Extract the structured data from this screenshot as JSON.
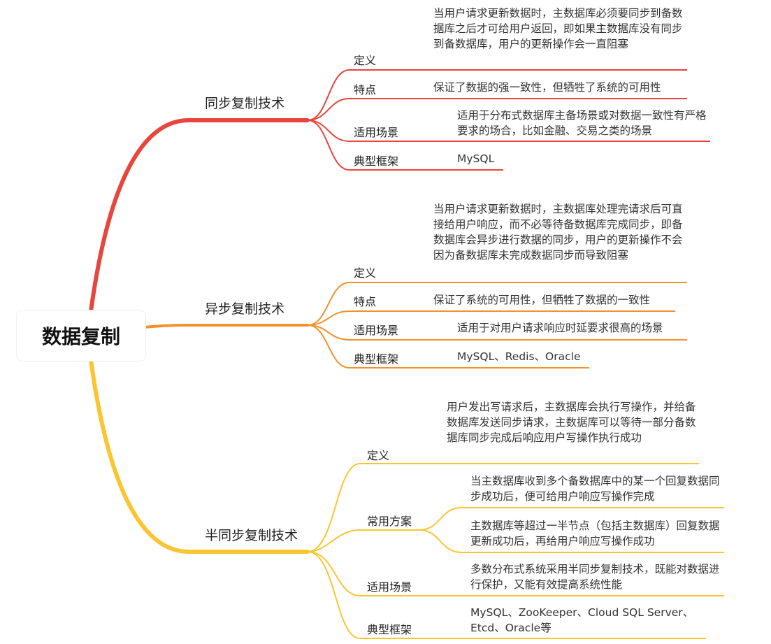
{
  "root": "数据复制",
  "colors": {
    "sync": "#e8453c",
    "async": "#f5912c",
    "semi": "#fbc531"
  },
  "sync": {
    "title": "同步复制技术",
    "def_label": "定义",
    "def_text": "当用户请求更新数据时，主数据库必须要同步到备数据库之后才可给用户返回，即如果主数据库没有同步到备数据库，用户的更新操作会一直阻塞",
    "feat_label": "特点",
    "feat_text": "保证了数据的强一致性，但牺牲了系统的可用性",
    "scene_label": "适用场景",
    "scene_text": "适用于分布式数据库主备场景或对数据一致性有严格要求的场合，比如金融、交易之类的场景",
    "frame_label": "典型框架",
    "frame_text": "MySQL"
  },
  "async": {
    "title": "异步复制技术",
    "def_label": "定义",
    "def_text": "当用户请求更新数据时，主数据库处理完请求后可直接给用户响应，而不必等待备数据库完成同步，即备数据库会异步进行数据的同步，用户的更新操作不会因为备数据库未完成数据同步而导致阻塞",
    "feat_label": "特点",
    "feat_text": "保证了系统的可用性，但牺牲了数据的一致性",
    "scene_label": "适用场景",
    "scene_text": "适用于对用户请求响应时延要求很高的场景",
    "frame_label": "典型框架",
    "frame_text": "MySQL、Redis、Oracle"
  },
  "semi": {
    "title": "半同步复制技术",
    "def_label": "定义",
    "def_text": "用户发出写请求后，主数据库会执行写操作，并给备数据库发送同步请求，主数据库可以等待一部分备数据库同步完成后响应用户写操作执行成功",
    "plan_label": "常用方案",
    "plan_text_1": "当主数据库收到多个备数据库中的某一个回复数据同步成功后，便可给用户响应写操作完成",
    "plan_text_2": "主数据库等超过一半节点（包括主数据库）回复数据更新成功后，再给用户响应写操作成功",
    "scene_label": "适用场景",
    "scene_text": "多数分布式系统采用半同步复制技术，既能对数据进行保护，又能有效提高系统性能",
    "frame_label": "典型框架",
    "frame_text": "MySQL、ZooKeeper、Cloud SQL Server、Etcd、Oracle等"
  }
}
